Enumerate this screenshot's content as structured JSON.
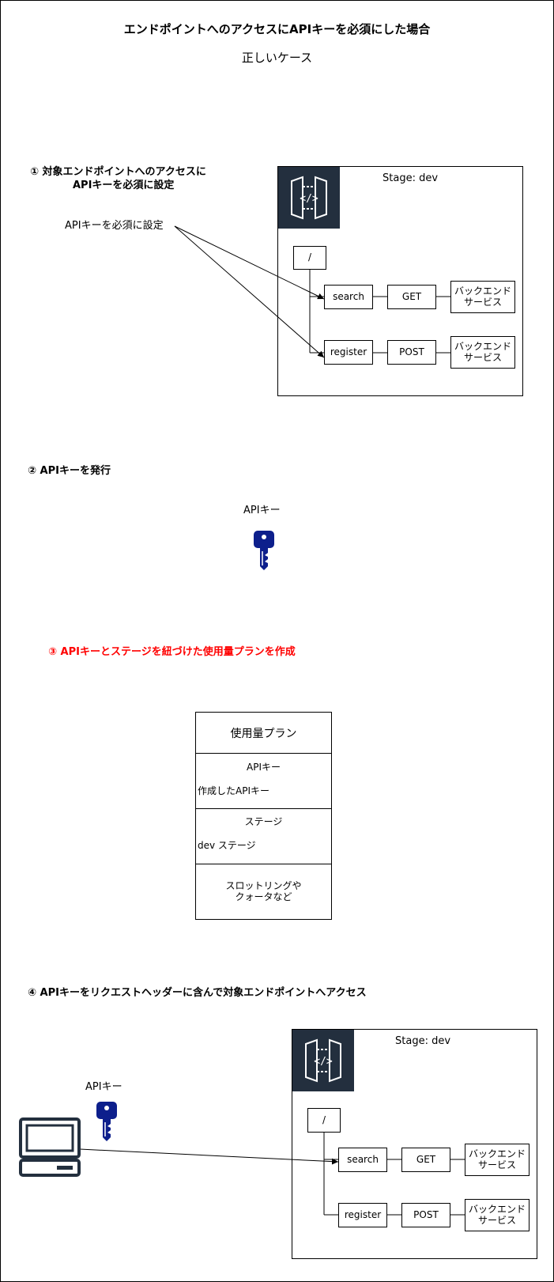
{
  "title": "エンドポイントへのアクセスにAPIキーを必須にした場合",
  "subtitle": "正しいケース",
  "steps": {
    "step1_line1": "① 対象エンドポイントへのアクセスに",
    "step1_line2": "APIキーを必須に設定",
    "step2": "② APIキーを発行",
    "step3": "③ APIキーとステージを紐づけた使用量プランを作成",
    "step4": "④ APIキーをリクエストヘッダーに含んで対象エンドポイントへアクセス"
  },
  "step1_annotation": "APIキーを必須に設定",
  "api_key_label": "APIキー",
  "stage": {
    "label": "Stage: dev",
    "root": "/",
    "search": "search",
    "register": "register",
    "get": "GET",
    "post": "POST",
    "backend": "バックエンド\nサービス"
  },
  "usage_plan": {
    "title": "使用量プラン",
    "section1_title": "APIキー",
    "section1_item": "作成したAPIキー",
    "section2_title": "ステージ",
    "section2_item": "dev ステージ",
    "section3": "スロットリングや\nクォータなど"
  },
  "colors": {
    "key": "#0d1f8c",
    "gateway_icon_bg": "#232f3e",
    "highlight": "#ff0000"
  },
  "icons": [
    "api-gateway-icon",
    "key-icon",
    "computer-icon",
    "arrow-icon"
  ]
}
